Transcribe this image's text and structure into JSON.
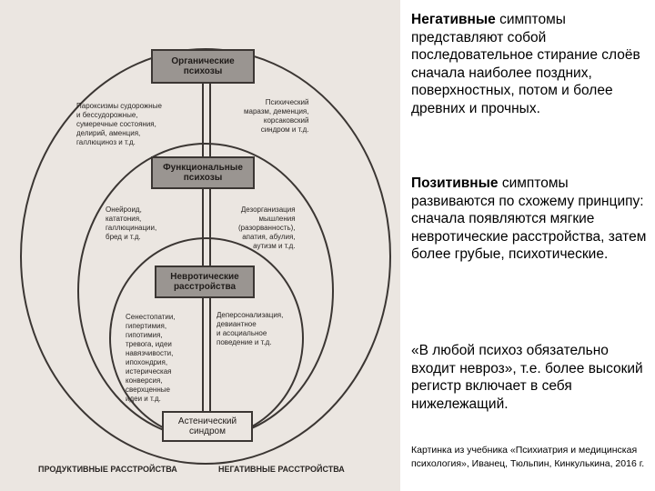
{
  "diagram": {
    "boxes": {
      "organic": "Органические психозы",
      "functional": "Функциональные психозы",
      "neurotic": "Невротические расстройства",
      "asthenic": "Астенический синдром"
    },
    "left_labels": {
      "organic": [
        "Пароксизмы судорожные",
        "и бессудорожные,",
        "сумеречные состояния,",
        "делирий, аменция,",
        "галлюциноз и т.д."
      ],
      "functional": [
        "Онейроид,",
        "кататония,",
        "галлюцинации,",
        "бред и т.д."
      ],
      "neurotic": [
        "Сенестопатии,",
        "гипертимия,",
        "гипотимия,",
        "тревога, идеи",
        "навязчивости,",
        "ипохондрия,",
        "истерическая",
        "конверсия,",
        "сверхценные",
        "идеи и т.д."
      ]
    },
    "right_labels": {
      "organic": [
        "Психический",
        "маразм, деменция,",
        "корсаковский",
        "синдром и т.д."
      ],
      "functional": [
        "Дезорганизация",
        "мышления",
        "(разорванность),",
        "апатия, абулия,",
        "аутизм и т.д."
      ],
      "neurotic": [
        "Деперсонализация,",
        "девиантное",
        "и асоциальное",
        "поведение и т.д."
      ]
    },
    "bottom_left": "ПРОДУКТИВНЫЕ РАССТРОЙСТВА",
    "bottom_right": "НЕГАТИВНЫЕ РАССТРОЙСТВА"
  },
  "paragraphs": {
    "p1_bold": "Негативные",
    "p1_rest": " симптомы представляют собой последовательное стирание слоёв сначала наиболее поздних, поверхностных, потом и более древних и прочных.",
    "p2_bold": "Позитивные",
    "p2_rest": " симптомы развиваются по схожему принципу: сначала появляются мягкие невротические расстройства, затем более грубые, психотические.",
    "p3": "«В любой психоз обязательно входит невроз», т.е. более высокий регистр включает в себя нижележащий."
  },
  "caption": "Картинка из учебника «Психиатрия и медицинская психология», Иванец, Тюльпин, Кинкулькина, 2016 г.",
  "colors": {
    "paper": "#ebe6e1",
    "box_fill": "#9a9591",
    "ink": "#2a2624"
  }
}
